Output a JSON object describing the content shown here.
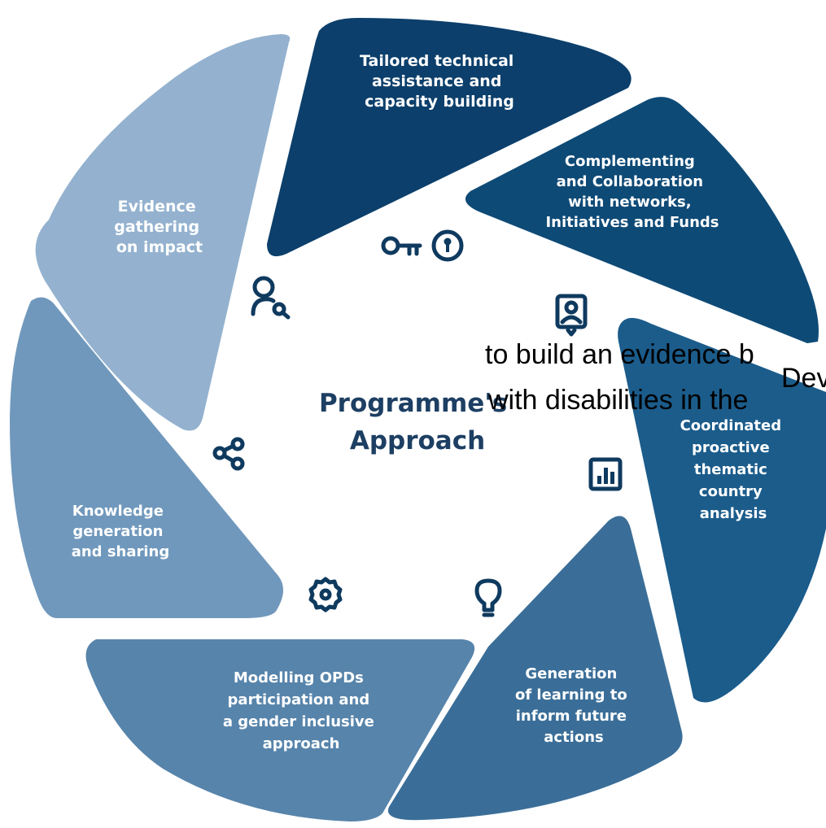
{
  "colors": {
    "tailored": "#0c3f6b",
    "complementing": "#0e4a76",
    "coordinated": "#1b5c8b",
    "generation": "#3a6e98",
    "modelling": "#5784ab",
    "knowledge": "#7098bc",
    "evidence": "#94b2cf",
    "center_text": "#1d3f63",
    "icon": "#0f3a5f"
  },
  "center": {
    "title_line1": "Programme's",
    "title_line2": "Approach"
  },
  "overlay": {
    "line1": "to build an evidence b",
    "line2": "with disabilities in the",
    "fragment": "Dev"
  },
  "segments": [
    {
      "id": "tailored",
      "lines": [
        "Tailored technical",
        "assistance and",
        "capacity building"
      ],
      "icon": "key-icon"
    },
    {
      "id": "complementing",
      "lines": [
        "Complementing",
        "and Collaboration",
        "with networks,",
        "Initiatives and Funds"
      ],
      "icon": "id-card-icon"
    },
    {
      "id": "coordinated",
      "lines": [
        "Coordinated",
        "proactive",
        "thematic",
        "country",
        "analysis"
      ],
      "icon": "bar-chart-icon"
    },
    {
      "id": "generation",
      "lines": [
        "Generation",
        "of learning to",
        "inform future",
        "actions"
      ],
      "icon": "lightbulb-icon"
    },
    {
      "id": "modelling",
      "lines": [
        "Modelling OPDs",
        "participation and",
        "a gender inclusive",
        "approach"
      ],
      "icon": "gear-icon"
    },
    {
      "id": "knowledge",
      "lines": [
        "Knowledge",
        "generation",
        "and sharing"
      ],
      "icon": "share-icon"
    },
    {
      "id": "evidence",
      "lines": [
        "Evidence",
        "gathering",
        "on impact"
      ],
      "icon": "user-search-icon"
    }
  ]
}
